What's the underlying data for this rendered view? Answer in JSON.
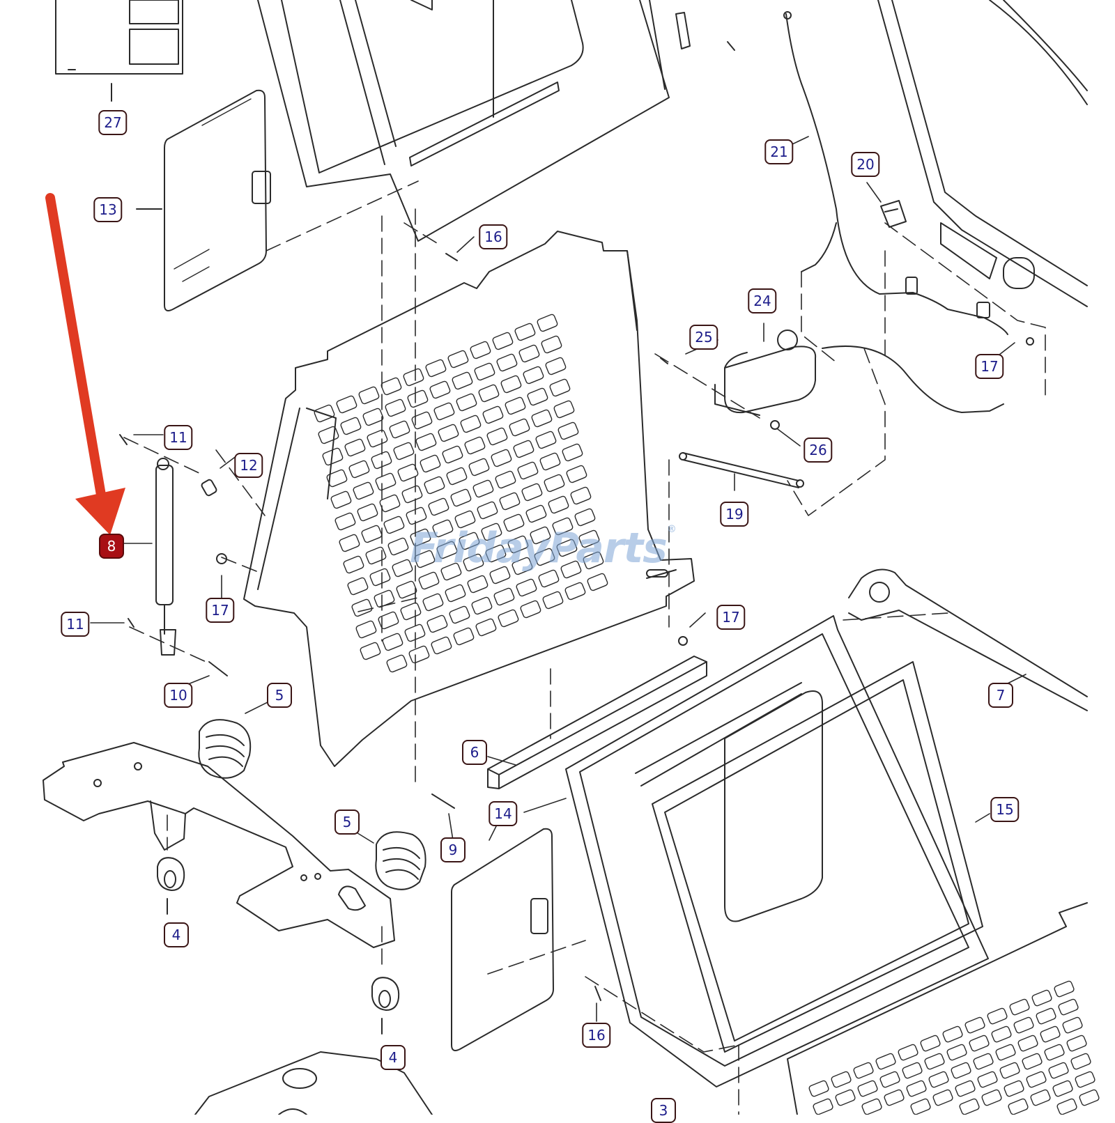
{
  "diagram": {
    "colors": {
      "line": "#2a2a2a",
      "callout_border": "#3a1515",
      "callout_text": "#1c1c8a",
      "highlight": "#a80f14",
      "arrow": "#e03a22",
      "watermark": "#7fa6d6"
    },
    "watermark": {
      "text": "FridayParts",
      "symbol": "®"
    },
    "highlighted_part": "8",
    "callouts": [
      {
        "id": "c27",
        "label": "27"
      },
      {
        "id": "c13",
        "label": "13"
      },
      {
        "id": "c16a",
        "label": "16"
      },
      {
        "id": "c21",
        "label": "21"
      },
      {
        "id": "c20",
        "label": "20"
      },
      {
        "id": "c24",
        "label": "24"
      },
      {
        "id": "c25",
        "label": "25"
      },
      {
        "id": "c17a",
        "label": "17"
      },
      {
        "id": "c26",
        "label": "26"
      },
      {
        "id": "c11a",
        "label": "11"
      },
      {
        "id": "c12",
        "label": "12"
      },
      {
        "id": "c8",
        "label": "8"
      },
      {
        "id": "c19",
        "label": "19"
      },
      {
        "id": "c17b",
        "label": "17"
      },
      {
        "id": "c11b",
        "label": "11"
      },
      {
        "id": "c17c",
        "label": "17"
      },
      {
        "id": "c10",
        "label": "10"
      },
      {
        "id": "c5a",
        "label": "5"
      },
      {
        "id": "c7",
        "label": "7"
      },
      {
        "id": "c6",
        "label": "6"
      },
      {
        "id": "c14",
        "label": "14"
      },
      {
        "id": "c15",
        "label": "15"
      },
      {
        "id": "c5b",
        "label": "5"
      },
      {
        "id": "c9",
        "label": "9"
      },
      {
        "id": "c4a",
        "label": "4"
      },
      {
        "id": "c16b",
        "label": "16"
      },
      {
        "id": "c4b",
        "label": "4"
      },
      {
        "id": "c3",
        "label": "3"
      }
    ]
  }
}
